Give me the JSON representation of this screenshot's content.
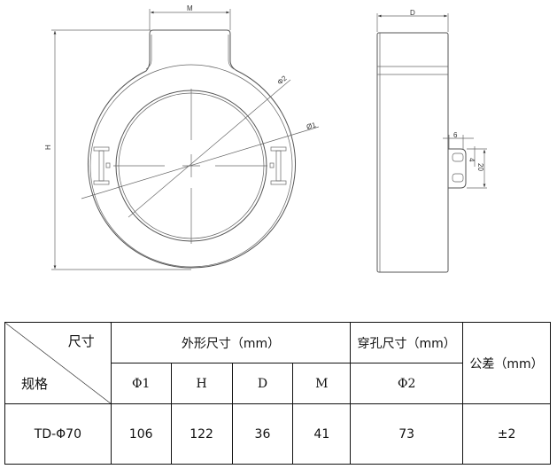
{
  "drawing": {
    "front_view": {
      "width_label": "M",
      "height_label": "H",
      "outer_dia_label": "Ø1",
      "inner_dia_label": "Φ2"
    },
    "side_view": {
      "depth_label": "D",
      "clip_width": "6",
      "clip_gap": "4",
      "clip_height": "20"
    }
  },
  "table": {
    "corner_top": "尺寸",
    "corner_bottom": "规格",
    "group_outer": "外形尺寸（mm）",
    "group_hole": "穿孔尺寸（mm）",
    "tolerance_header": "公差（mm）",
    "columns": [
      "Φ1",
      "H",
      "D",
      "M",
      "Φ2"
    ],
    "rows": [
      {
        "model": "TD-Φ70",
        "phi1": "106",
        "h": "122",
        "d": "36",
        "m": "41",
        "phi2": "73",
        "tolerance": "±2"
      }
    ]
  }
}
